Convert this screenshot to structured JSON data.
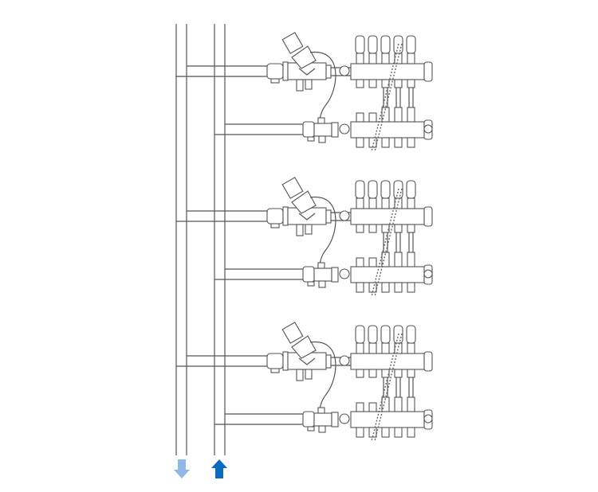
{
  "diagram": {
    "levels": 3,
    "manifold_circuits": 5,
    "colors": {
      "pipe": "#555555",
      "supply_arrow": "#8fb8e6",
      "return_arrow": "#0a6bbf"
    },
    "arrows": [
      {
        "name": "supply-flow-down",
        "direction": "down"
      },
      {
        "name": "return-flow-up",
        "direction": "up"
      }
    ]
  }
}
